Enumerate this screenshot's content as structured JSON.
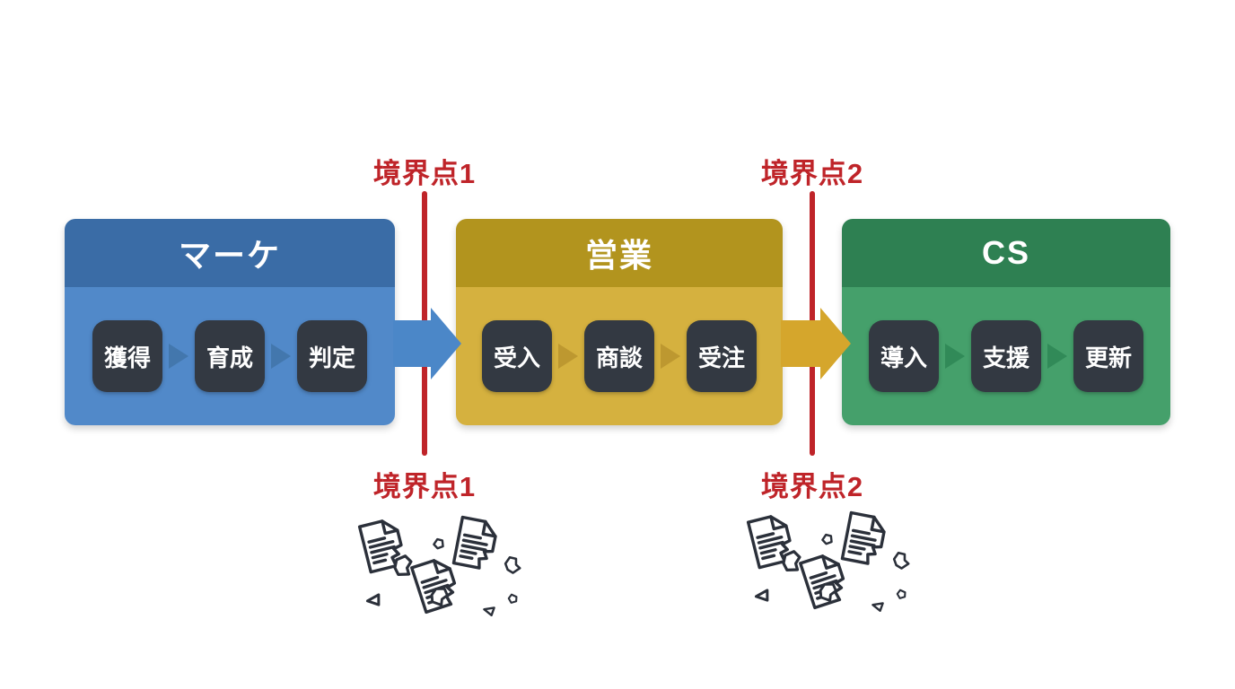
{
  "stages": [
    {
      "title": "マーケ",
      "steps": [
        "獲得",
        "育成",
        "判定"
      ],
      "header_color": "#3a6ca6",
      "body_color": "#5189c9",
      "connector_color": "#4377ad"
    },
    {
      "title": "営業",
      "steps": [
        "受入",
        "商談",
        "受注"
      ],
      "header_color": "#b2941e",
      "body_color": "#d5b13f",
      "connector_color": "#bd9830"
    },
    {
      "title": "CS",
      "steps": [
        "導入",
        "支援",
        "更新"
      ],
      "header_color": "#2e8052",
      "body_color": "#45a06b",
      "connector_color": "#318a58"
    }
  ],
  "boundaries": [
    {
      "label": "境界点1"
    },
    {
      "label": "境界点2"
    }
  ],
  "arrows": [
    {
      "name": "marketing-to-sales",
      "color": "#4b87c8"
    },
    {
      "name": "sales-to-cs",
      "color": "#d5a62c"
    }
  ],
  "accents": {
    "boundary_red": "#bf2429",
    "step_box_dark": "#333942",
    "background": "#ffffff",
    "icon_stroke": "#2b303a"
  },
  "icons": {
    "boundary_1_scraps": "torn-documents-icon",
    "boundary_2_scraps": "torn-documents-icon"
  }
}
